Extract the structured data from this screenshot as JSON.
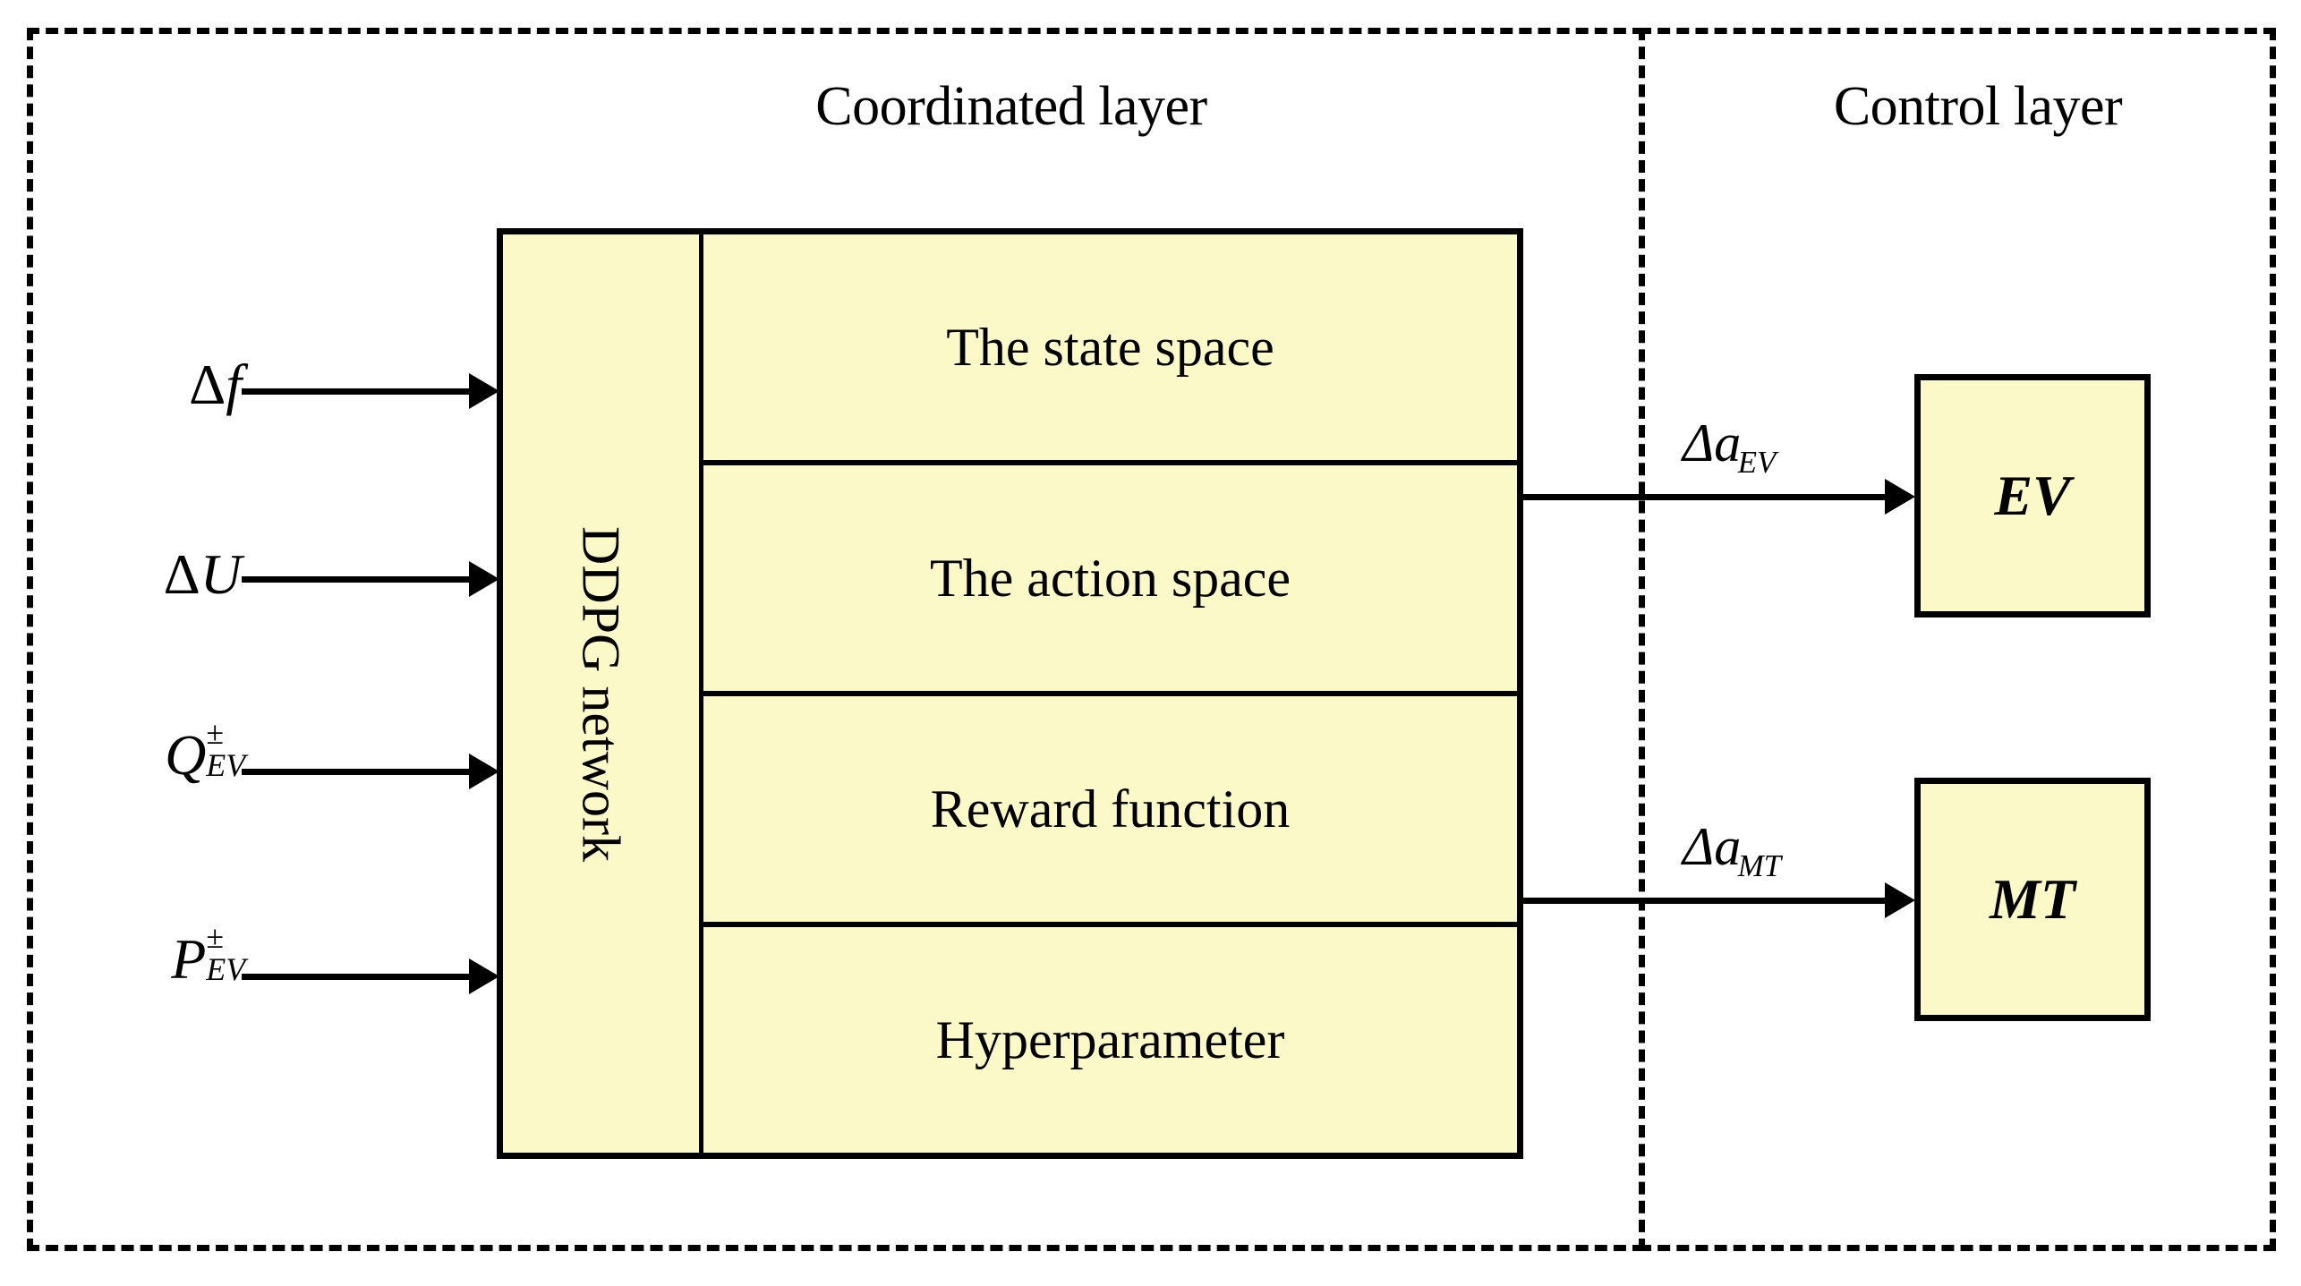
{
  "diagram": {
    "title": "Coordinated layer and Control layer DDPG architecture",
    "colors": {
      "box_fill": "#FCF9C9",
      "stroke": "#000000",
      "background": "#FFFFFF"
    }
  },
  "regions": {
    "coordinated": {
      "title": "Coordinated layer"
    },
    "control": {
      "title": "Control layer"
    }
  },
  "inputs": [
    {
      "id": "delta-f",
      "base": "Δf",
      "sup": "",
      "sub": "",
      "full": "Δf"
    },
    {
      "id": "delta-u",
      "base": "ΔU",
      "sup": "",
      "sub": "",
      "full": "ΔU"
    },
    {
      "id": "q-ev",
      "base": "Q",
      "sup": "±",
      "sub": "EV",
      "full": "Q±EV"
    },
    {
      "id": "p-ev",
      "base": "P",
      "sup": "±",
      "sub": "EV",
      "full": "P±EV"
    }
  ],
  "ddpg": {
    "network_label": "DDPG network",
    "rows": [
      {
        "id": "state-space",
        "label": "The state space"
      },
      {
        "id": "action-space",
        "label": "The action space"
      },
      {
        "id": "reward-function",
        "label": "Reward function"
      },
      {
        "id": "hyperparameter",
        "label": "Hyperparameter"
      }
    ]
  },
  "outputs": [
    {
      "id": "delta-a-ev",
      "base": "Δa",
      "sub": "EV",
      "target": "EV",
      "full": "ΔaEV"
    },
    {
      "id": "delta-a-mt",
      "base": "Δa",
      "sub": "MT",
      "target": "MT",
      "full": "ΔaMT"
    }
  ],
  "devices": [
    {
      "id": "ev",
      "label": "EV"
    },
    {
      "id": "mt",
      "label": "MT"
    }
  ]
}
